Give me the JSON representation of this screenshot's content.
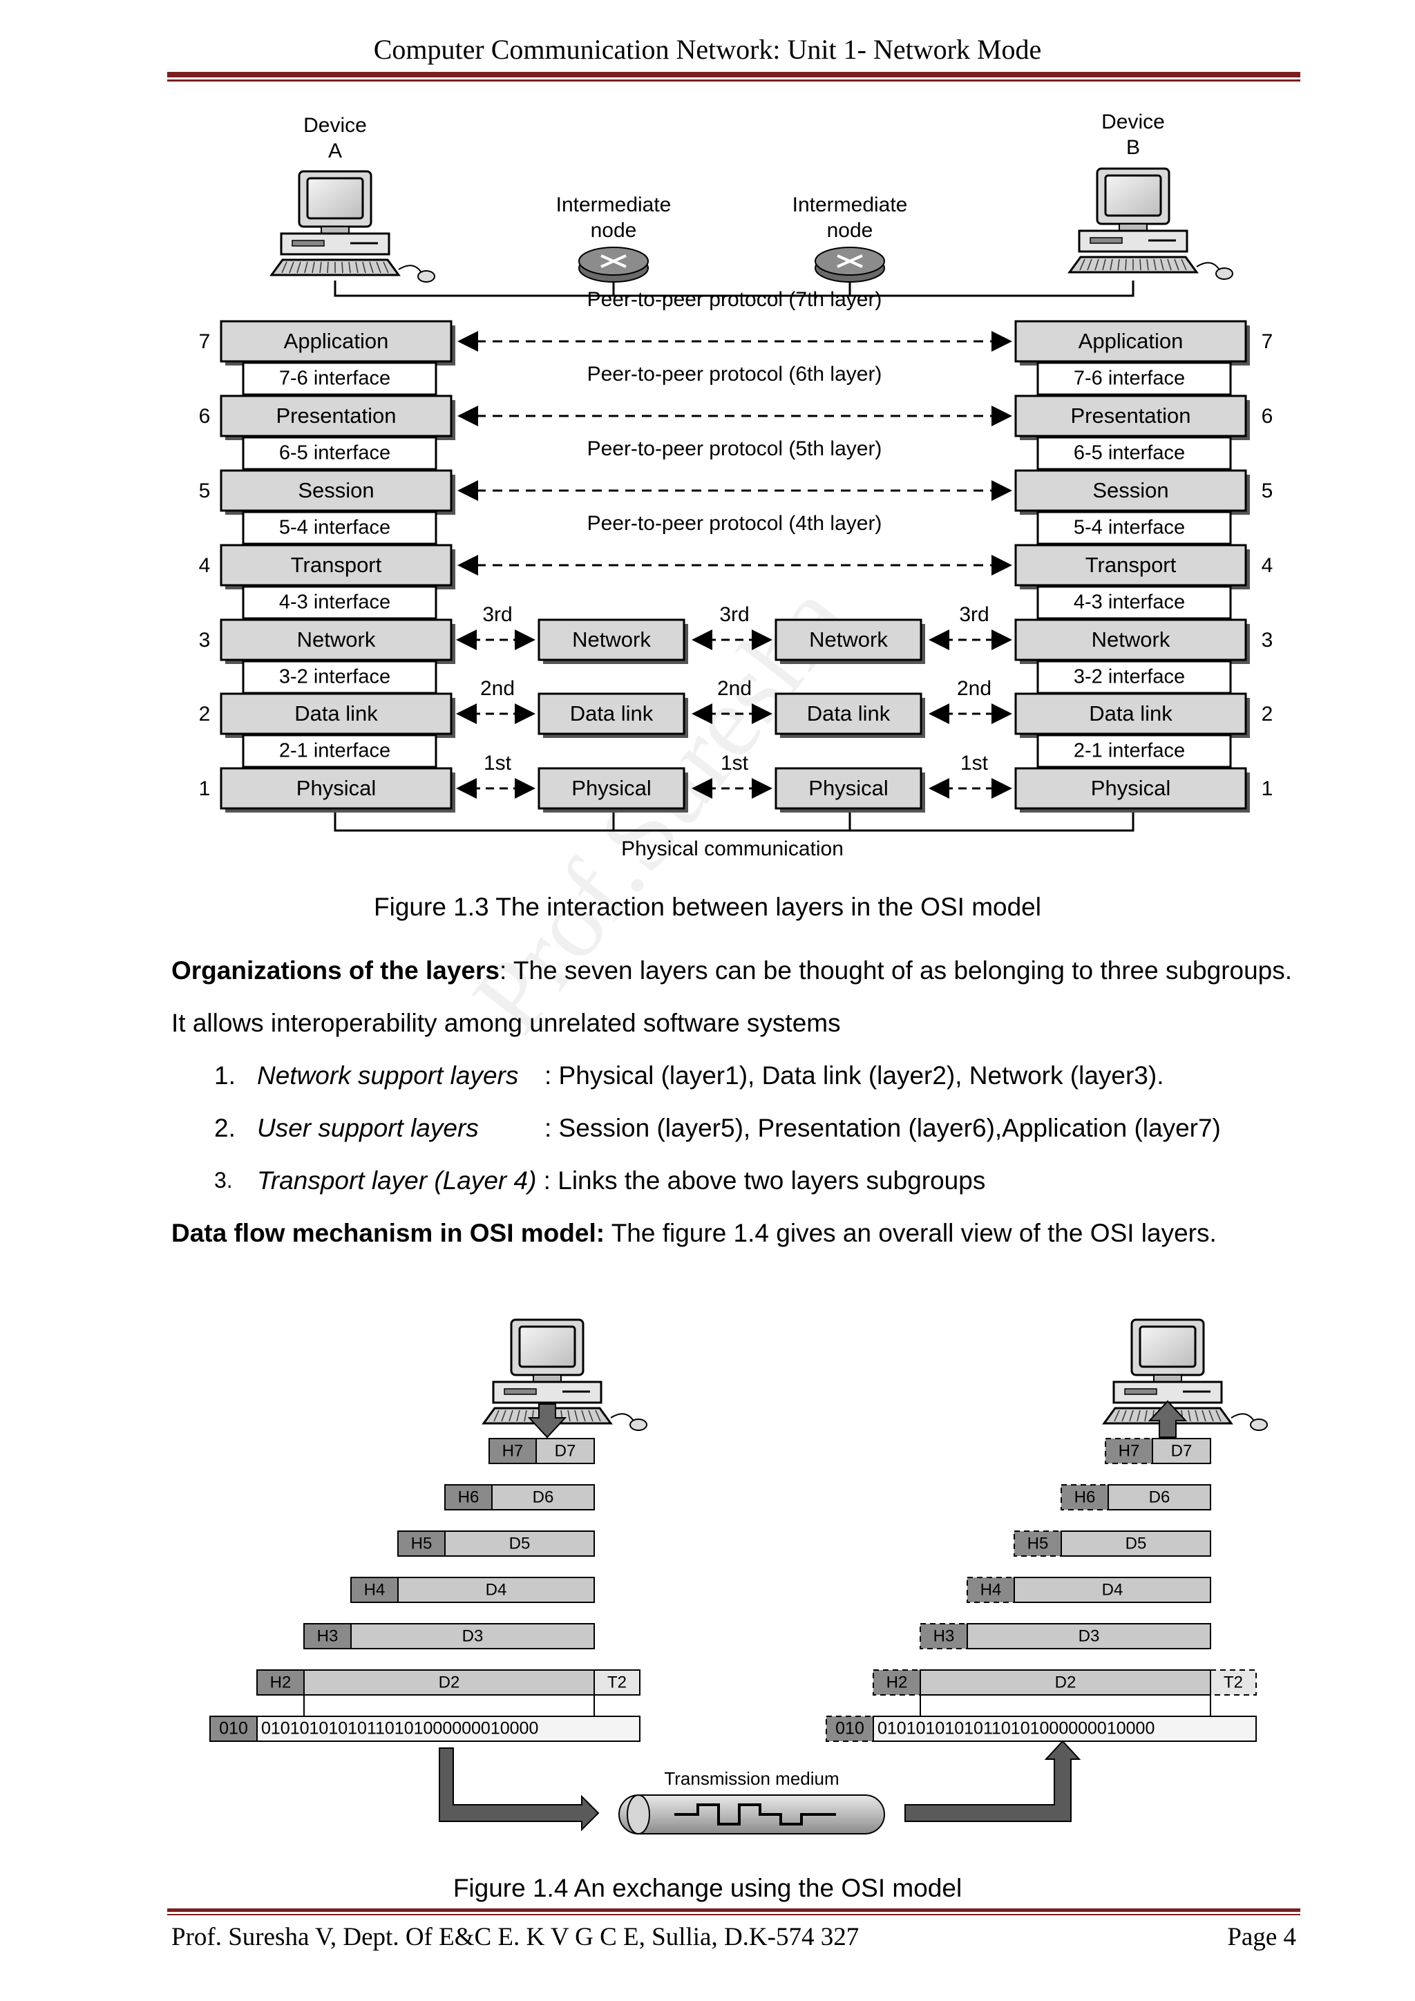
{
  "header": {
    "title": "Computer Communication Network: Unit 1- Network Mode"
  },
  "figure1": {
    "device_a_line1": "Device",
    "device_a_line2": "A",
    "device_b_line1": "Device",
    "device_b_line2": "B",
    "intermediate_line1": "Intermediate",
    "intermediate_line2": "node",
    "layers": [
      {
        "num": "7",
        "name": "Application",
        "interface": "7-6 interface",
        "peer": "Peer-to-peer protocol (7th layer)"
      },
      {
        "num": "6",
        "name": "Presentation",
        "interface": "6-5 interface",
        "peer": "Peer-to-peer protocol (6th layer)"
      },
      {
        "num": "5",
        "name": "Session",
        "interface": "5-4 interface",
        "peer": "Peer-to-peer protocol (5th layer)"
      },
      {
        "num": "4",
        "name": "Transport",
        "interface": "4-3 interface",
        "peer": "Peer-to-peer protocol (4th layer)"
      },
      {
        "num": "3",
        "name": "Network",
        "interface": "3-2 interface",
        "hop": "3rd"
      },
      {
        "num": "2",
        "name": "Data link",
        "interface": "2-1 interface",
        "hop": "2nd"
      },
      {
        "num": "1",
        "name": "Physical",
        "hop": "1st"
      }
    ],
    "physical_communication": "Physical communication",
    "caption": "Figure 1.3 The interaction between layers in the OSI model"
  },
  "body": {
    "org_label": "Organizations of the layers",
    "org_text": ": The seven layers can be thought of as belonging to three subgroups.",
    "org_text2": "It allows interoperability among unrelated software systems",
    "list": [
      {
        "num": "1.",
        "term": "Network support layers",
        "desc": ": Physical (layer1), Data link (layer2), Network (layer3)."
      },
      {
        "num": "2.",
        "term": "User support layers",
        "desc": ": Session (layer5), Presentation (layer6),Application (layer7)"
      },
      {
        "num": "3.",
        "term": "Transport layer (Layer 4)",
        "desc": " : Links the above two layers  subgroups"
      }
    ],
    "dataflow_label": "Data flow mechanism in OSI model:",
    "dataflow_text": " The figure 1.4 gives an overall view of the OSI layers."
  },
  "figure2": {
    "rows": [
      {
        "h": "H7",
        "d": "D7"
      },
      {
        "h": "H6",
        "d": "D6"
      },
      {
        "h": "H5",
        "d": "D5"
      },
      {
        "h": "H4",
        "d": "D4"
      },
      {
        "h": "H3",
        "d": "D3"
      },
      {
        "h": "H2",
        "d": "D2",
        "t": "T2"
      }
    ],
    "bit_prefix": "010",
    "bits": "01010101010110101000000010000",
    "transmission_medium": "Transmission medium",
    "caption": "Figure 1.4 An exchange using the OSI model"
  },
  "footer": {
    "left": "Prof. Suresha V, Dept. Of E&C E.  K V G C E, Sullia, D.K-574 327",
    "right": "Page 4"
  },
  "watermark": "Prof.Suresha"
}
